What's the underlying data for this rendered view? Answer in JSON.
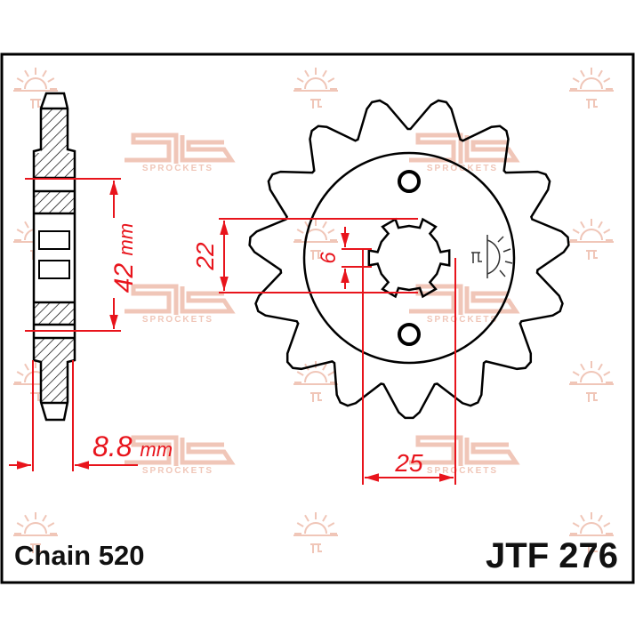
{
  "title": "JTF 276",
  "chain": "Chain 520",
  "dimensions": {
    "outer_width": "42",
    "outer_width_unit": "mm",
    "thickness": "8.8",
    "thickness_unit": "mm",
    "spline_diameter": "22",
    "spline_width": "6",
    "hole_spacing": "25"
  },
  "sprocket": {
    "teeth": 15,
    "splines": 6
  },
  "watermark": {
    "text": "SPROCKETS",
    "brand": "JT"
  },
  "colors": {
    "dimension": "#e8141c",
    "outline": "#000000",
    "watermark": "#f0c6b8"
  }
}
